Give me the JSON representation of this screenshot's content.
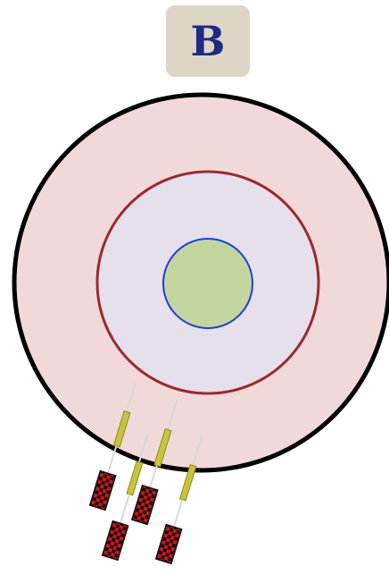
{
  "figure": {
    "label": "B"
  },
  "colors": {
    "badge_fill": "#ddd6c7",
    "badge_text": "#1f2a86",
    "outer_ring_fill": "#f1d9da",
    "outer_ring_stroke": "#000000",
    "middle_ring_fill": "#e6e0ec",
    "middle_ring_stroke": "#9b2a2e",
    "bullseye_fill": "#c3d6a0",
    "bullseye_stroke": "#1f3fd6",
    "dart_shaft": "#d8d8d8",
    "dart_barrel": "#c8c43a",
    "dart_flight_red": "#d8121a",
    "dart_flight_black": "#111111"
  },
  "target": {
    "rings": [
      "outer-ring",
      "middle-ring",
      "bullseye"
    ]
  },
  "darts": {
    "count": 4
  }
}
